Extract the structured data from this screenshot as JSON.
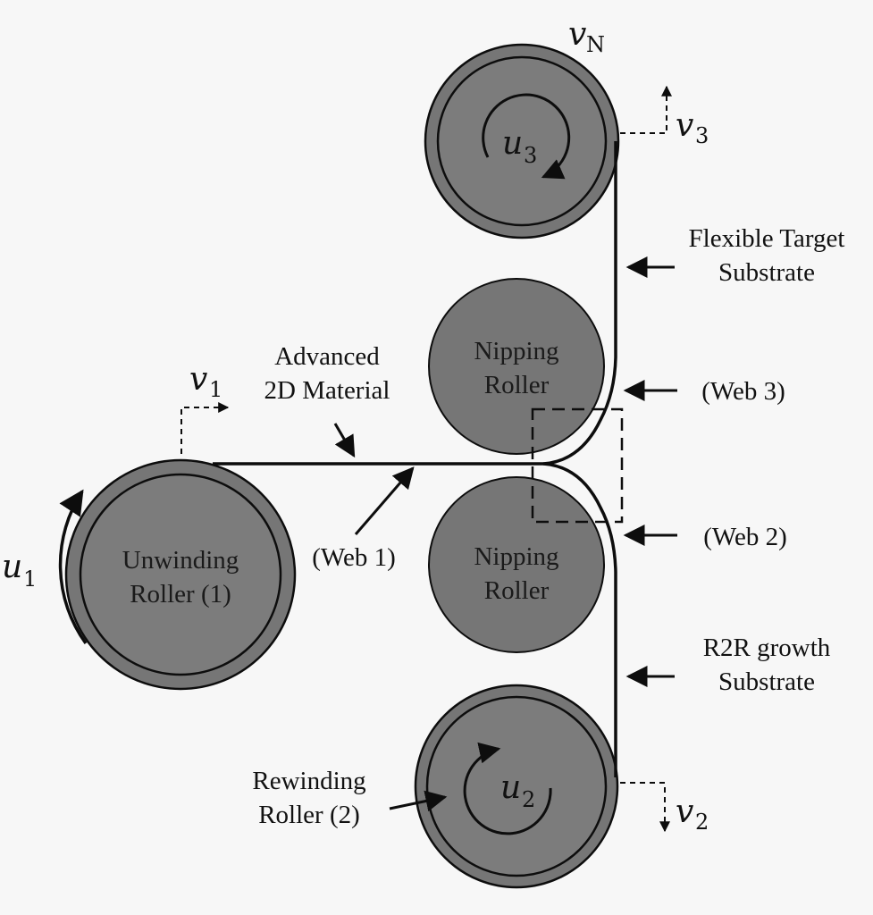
{
  "rollers": {
    "unwinding": {
      "line1": "Unwinding",
      "line2": "Roller (1)"
    },
    "nipping_top": {
      "line1": "Nipping",
      "line2": "Roller"
    },
    "nipping_bottom": {
      "line1": "Nipping",
      "line2": "Roller"
    },
    "rewinding_label": {
      "line1": "Rewinding",
      "line2": "Roller (2)"
    }
  },
  "labels": {
    "advanced_material": {
      "line1": "Advanced",
      "line2": "2D Material"
    },
    "web1": "(Web 1)",
    "web2": "(Web 2)",
    "web3": "(Web 3)",
    "flexible_target": {
      "line1": "Flexible Target",
      "line2": "Substrate"
    },
    "r2r_growth": {
      "line1": "R2R growth",
      "line2": "Substrate"
    }
  },
  "symbols": {
    "u1": {
      "base": "u",
      "sub": "1"
    },
    "u2": {
      "base": "u",
      "sub": "2"
    },
    "u3": {
      "base": "u",
      "sub": "3"
    },
    "v1": {
      "base": "v",
      "sub": "1"
    },
    "v2": {
      "base": "v",
      "sub": "2"
    },
    "v3": {
      "base": "v",
      "sub": "3"
    },
    "vN": {
      "base": "v",
      "sub": "N"
    }
  },
  "colors": {
    "roller_fill": "#767676",
    "roller_inner_fill": "#7c7c7c",
    "line": "#0d0d0d",
    "background": "#f7f7f7"
  }
}
